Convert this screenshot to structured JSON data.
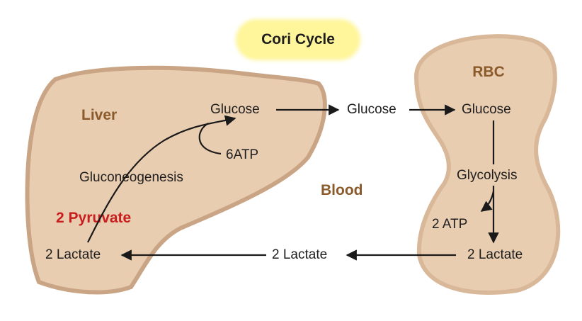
{
  "title": "Cori Cycle",
  "regions": {
    "liver": "Liver",
    "rbc": "RBC",
    "blood": "Blood"
  },
  "liver": {
    "glucose": "Glucose",
    "atp_cost": "6ATP",
    "gluconeogenesis": "Gluconeogenesis",
    "pyruvate": "2 Pyruvate",
    "lactate": "2 Lactate"
  },
  "blood": {
    "glucose": "Glucose",
    "lactate": "2 Lactate"
  },
  "rbc": {
    "glucose": "Glucose",
    "glycolysis": "Glycolysis",
    "atp_yield": "2 ATP",
    "lactate": "2 Lactate"
  },
  "colors": {
    "organ_fill": "#e9cdb1",
    "organ_edge": "#c9a585",
    "title_bg": "#fff59a",
    "region_label": "#8a5a2b",
    "pyruvate_text": "#c81e1e",
    "arrow": "#1a1a1a"
  }
}
